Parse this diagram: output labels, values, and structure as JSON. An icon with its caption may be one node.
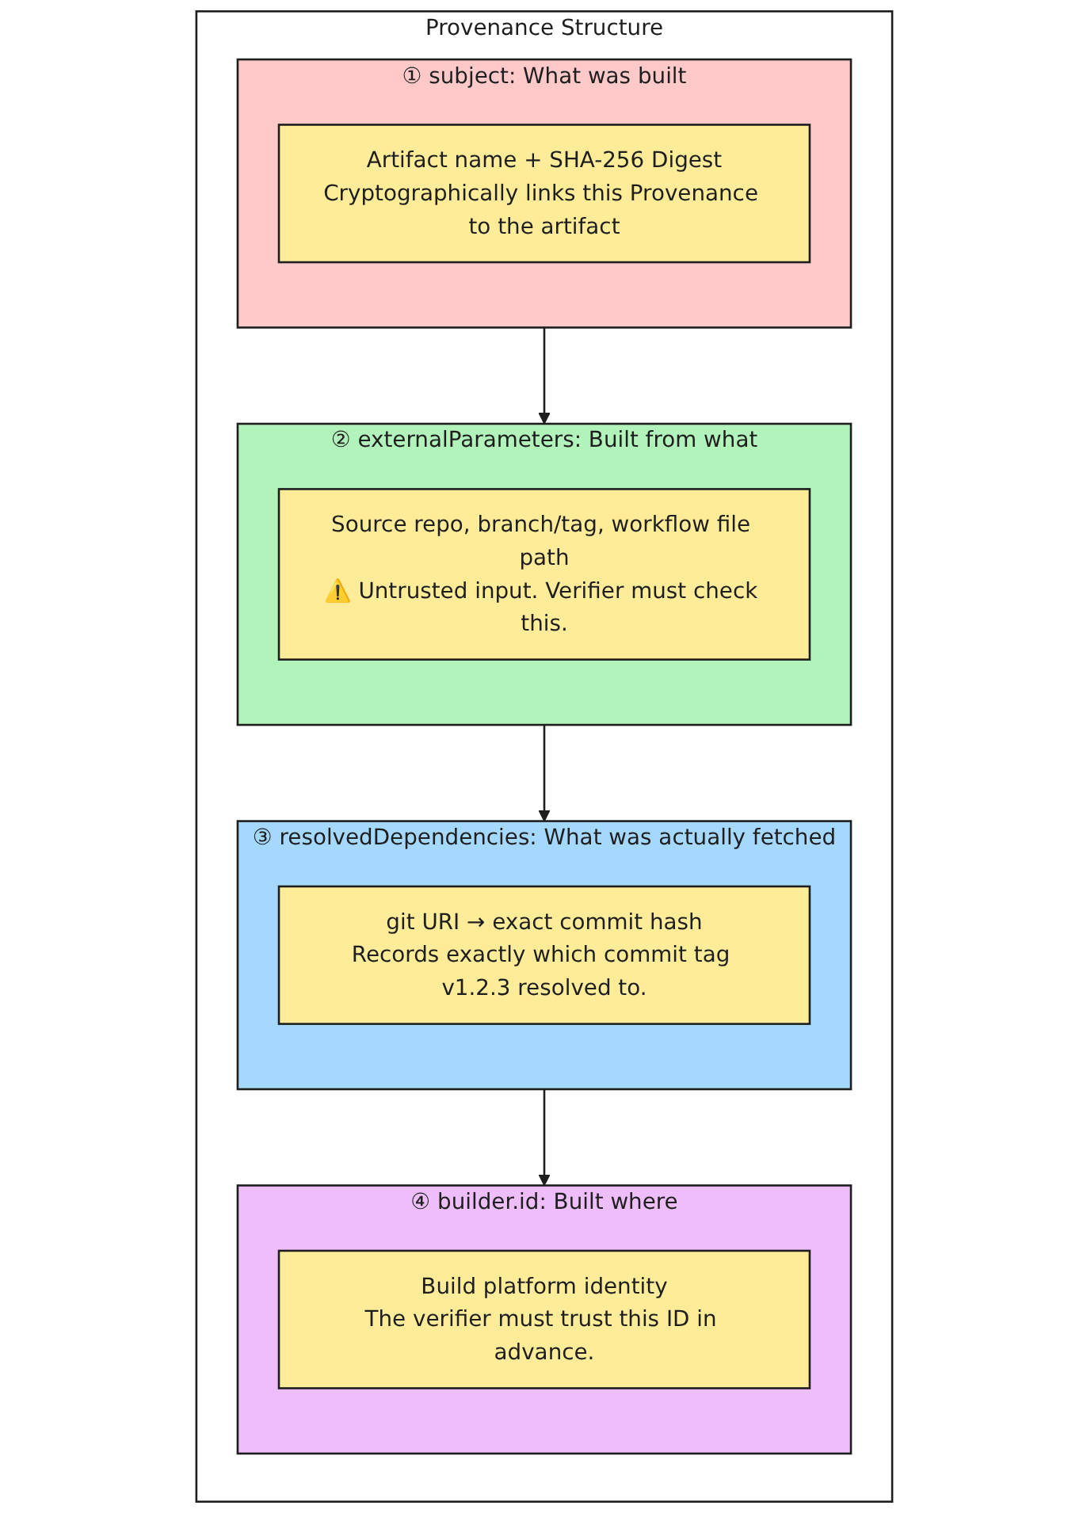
{
  "diagram": {
    "nodes": [
      {
        "text": [
          "Provenance Structure"
        ]
      },
      {
        "text": [
          "① subject: What was built"
        ],
        "in": 0
      },
      {
        "text": [
          "Artifact name + SHA-256 Digest",
          "Cryptographically links this Provenance to the artifact"
        ],
        "in": 1
      },
      {
        "text": [
          "② externalParameters: Built from what"
        ],
        "in": 0
      },
      {
        "text": [
          "Source repo, branch/tag, workflow file path",
          "⚠️ Untrusted input. Verifier must check this."
        ],
        "in": 3
      },
      {
        "text": [
          "③ resolvedDependencies: What was actually fetched"
        ],
        "in": 0
      },
      {
        "text": [
          "git URI → exact commit hash",
          "Records exactly which commit tag v1.2.3 resolved to."
        ],
        "in": 5
      },
      {
        "text": [
          "④ builder.id: Built where"
        ],
        "in": 0
      },
      {
        "text": [
          "Build platform identity",
          "The verifier must trust this ID in advance."
        ],
        "in": 7
      }
    ],
    "edges": [
      {
        "from": 1,
        "to": 3,
        "arrow": "to"
      },
      {
        "from": 3,
        "to": 5,
        "arrow": "to"
      },
      {
        "from": 5,
        "to": 7,
        "arrow": "to"
      }
    ]
  }
}
